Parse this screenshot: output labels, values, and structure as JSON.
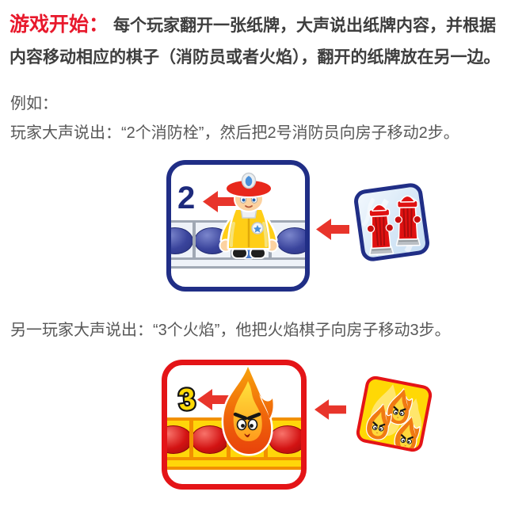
{
  "intro": {
    "lead": "游戏开始：",
    "body": "每个玩家翻开一张纸牌，大声说出纸牌内容，并根据内容移动相应的棋子（消防员或者火焰），翻开的纸牌放在另一边。"
  },
  "example": {
    "label": "例如：",
    "player1_line": "玩家大声说出：“2个消防栓”，然后把2号消防员向房子移动2步。",
    "player2_line": "另一玩家大声说出：“3个火焰”，他把火焰棋子向房子移动3步。"
  },
  "scene_firefighter": {
    "step_number": "2",
    "board_icon": "firefighter-pawn-on-track",
    "card_icon": "two-fire-hydrants-card"
  },
  "scene_flame": {
    "step_number": "3",
    "board_icon": "flame-pawn-on-track",
    "card_icon": "three-flames-card"
  },
  "colors": {
    "accent_red": "#e8192c",
    "arrow_red": "#e8352b",
    "navy_border": "#202e86",
    "red_border": "#e41417",
    "track_yellow": "#ffd60a",
    "track_orange": "#f29000",
    "text_dark": "#3e3e3e",
    "text_gray": "#575757"
  }
}
